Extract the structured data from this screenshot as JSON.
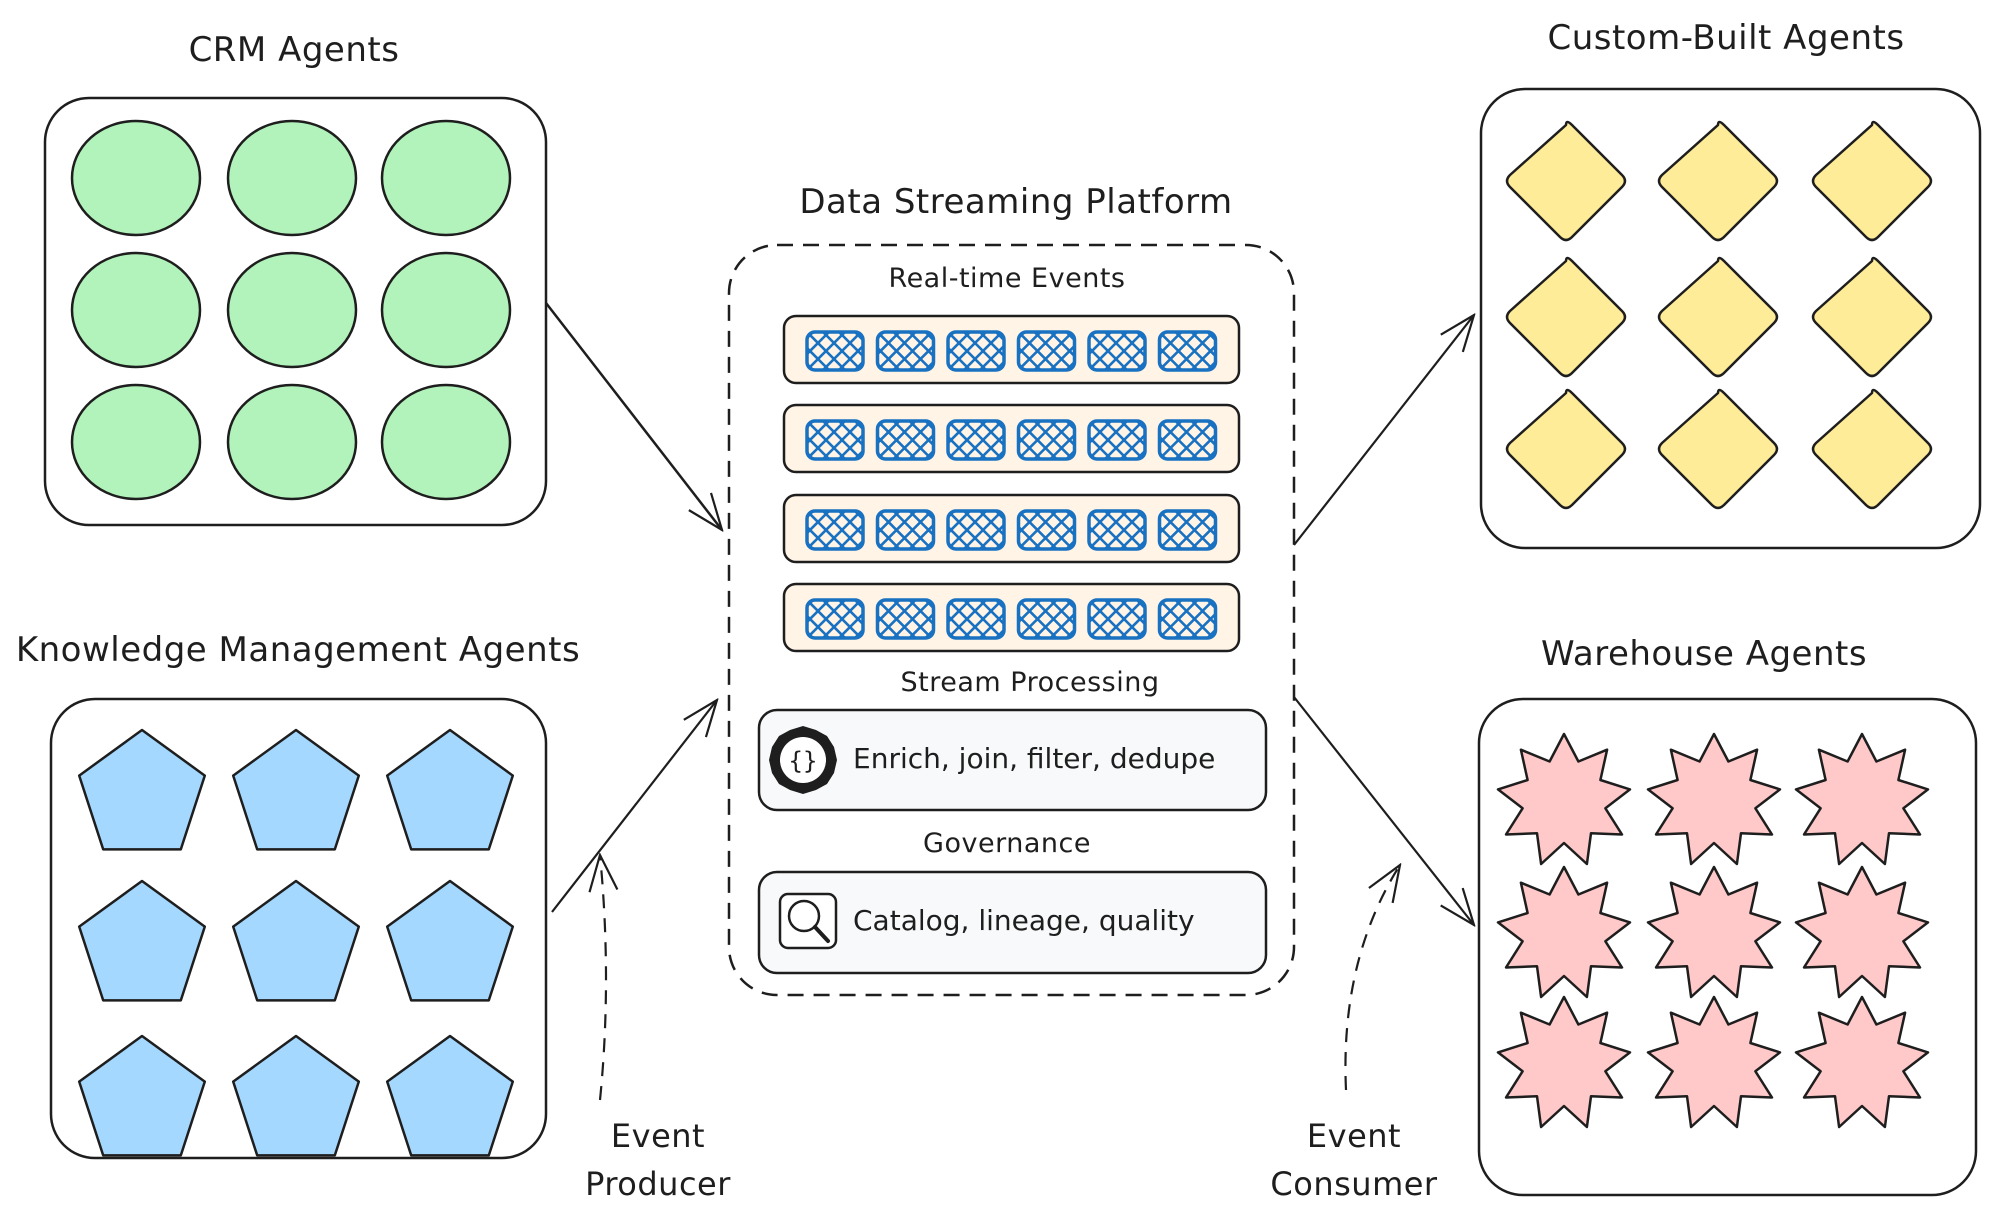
{
  "diagram": {
    "title": "Data Streaming Platform",
    "groups": {
      "crm": {
        "title": "CRM Agents",
        "shape": "circle",
        "fill": "#b2f2bb",
        "count": 9
      },
      "knowledge": {
        "title": "Knowledge Management Agents",
        "shape": "pentagon",
        "fill": "#a5d8ff",
        "count": 9
      },
      "custom": {
        "title": "Custom-Built Agents",
        "shape": "diamond",
        "fill": "#ffec99",
        "count": 9
      },
      "warehouse": {
        "title": "Warehouse Agents",
        "shape": "star-9",
        "fill": "#ffc9c9",
        "count": 9
      }
    },
    "platform": {
      "events_label": "Real-time Events",
      "event_rows": 4,
      "events_per_row": 6,
      "event_color": "#1971c2",
      "event_row_fill": "#fff4e6",
      "processing_label": "Stream Processing",
      "processing_text": "Enrich, join, filter, dedupe",
      "processing_icon": "code-braces-icon",
      "governance_label": "Governance",
      "governance_text": "Catalog, lineage, quality",
      "governance_icon": "magnifier-icon",
      "box_fill": "#f8f9fa"
    },
    "labels": {
      "producer_line1": "Event",
      "producer_line2": "Producer",
      "consumer_line1": "Event",
      "consumer_line2": "Consumer"
    },
    "connections": [
      {
        "from": "CRM Agents",
        "to": "Data Streaming Platform",
        "style": "solid"
      },
      {
        "from": "Knowledge Management Agents",
        "to": "Data Streaming Platform",
        "style": "solid"
      },
      {
        "from": "Data Streaming Platform",
        "to": "Custom-Built Agents",
        "style": "solid"
      },
      {
        "from": "Data Streaming Platform",
        "to": "Warehouse Agents",
        "style": "solid"
      },
      {
        "from": "Event Producer",
        "to": "Data Streaming Platform",
        "style": "dashed"
      },
      {
        "from": "Event Consumer",
        "to": "Data Streaming Platform",
        "style": "dashed"
      }
    ]
  }
}
